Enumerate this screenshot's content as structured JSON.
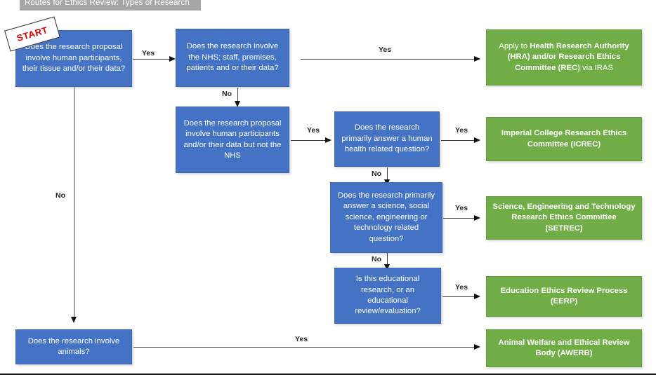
{
  "doc": {
    "title": "Routes for Ethics Review: Types of Research",
    "start_label": "START"
  },
  "colors": {
    "decision": "#4472C4",
    "outcome": "#70AD47",
    "title_bar": "#A6A6A6",
    "start_text": "#E00000",
    "connector": "#3F3F3F",
    "connector_gray": "#A6A6A6"
  },
  "nodes": {
    "q_human": "Does the research proposal involve human participants, their tissue and/or their data?",
    "q_nhs": "Does the research involve the NHS; staff, premises, patients and or their data?",
    "q_not_nhs": "Does the research proposal involve human participants and/or their data but not the NHS",
    "q_health": "Does the research primarily answer a human health related question?",
    "q_science": "Does the research primarily answer a science, social science, engineering or technology related question?",
    "q_education": "Is this educational research, or an educational review/evaluation?",
    "q_animals": "Does the research involve animals?",
    "out_hra": {
      "pre": "Apply to ",
      "bold": "Health Research Authority (HRA) and/or Research Ethics Committee (REC)",
      "post": " via IRAS"
    },
    "out_icrec": "Imperial College Research Ethics Committee (ICREC)",
    "out_setrec": "Science, Engineering and Technology Research Ethics Committee (SETREC)",
    "out_eerp": "Education Ethics Review Process (EERP)",
    "out_awerb": "Animal Welfare and Ethical Review Body (AWERB)"
  },
  "edges": {
    "human_yes": "Yes",
    "human_no": "No",
    "nhs_yes": "Yes",
    "nhs_no": "No",
    "not_nhs_yes": "Yes",
    "health_yes": "Yes",
    "health_no": "No",
    "science_yes": "Yes",
    "science_no": "No",
    "education_yes": "Yes",
    "animals_yes": "Yes"
  }
}
